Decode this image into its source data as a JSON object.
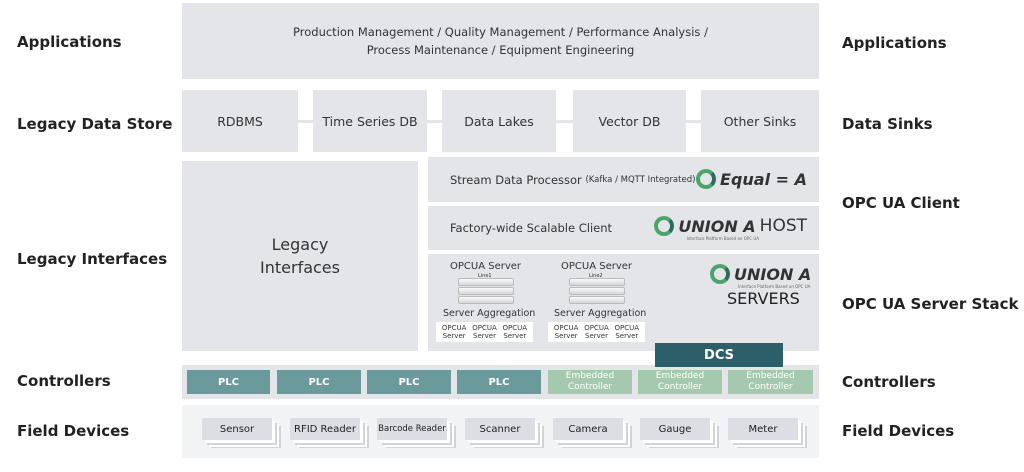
{
  "left_labels": [
    "Applications",
    "Legacy Data Store",
    "Legacy Interfaces",
    "Controllers",
    "Field Devices"
  ],
  "right_labels": [
    "Applications",
    "Data Sinks",
    "OPC UA Client",
    "OPC UA Server Stack",
    "Controllers",
    "Field Devices"
  ],
  "applications": {
    "line1": "Production Management / Quality Management / Performance Analysis /",
    "line2": "Process Maintenance / Equipment Engineering"
  },
  "data_stores": [
    "RDBMS",
    "Time Series DB",
    "Data Lakes",
    "Vector DB",
    "Other Sinks"
  ],
  "legacy_interfaces": {
    "line1": "Legacy",
    "line2": "Interfaces"
  },
  "stream": {
    "title": "Stream Data Processor",
    "note": "(Kafka / MQTT Integrated)",
    "logo": "Equal = A"
  },
  "client": {
    "title": "Factory-wide Scalable Client",
    "logo": "UNION A",
    "logo_suffix": "HOST",
    "logo_tagline": "Interface Platform Based on OPC UA"
  },
  "servers": {
    "logo": "UNION A",
    "logo_tagline": "Interface Platform Based on OPC UA",
    "label": "SERVERS",
    "groups": [
      {
        "title": "OPCUA Server",
        "line": "Line1",
        "aggregation": "Server Aggregation",
        "subs": [
          "OPCUA Server",
          "OPCUA Server",
          "OPCUA Server"
        ]
      },
      {
        "title": "OPCUA Server",
        "line": "Line2",
        "aggregation": "Server Aggregation",
        "subs": [
          "OPCUA Server",
          "OPCUA Server",
          "OPCUA Server"
        ]
      }
    ]
  },
  "dcs": "DCS",
  "controllers": [
    "PLC",
    "PLC",
    "PLC",
    "PLC",
    "Embedded Controller",
    "Embedded Controller",
    "Embedded Controller"
  ],
  "field_devices": [
    "Sensor",
    "RFID Reader",
    "Barcode Reader",
    "Scanner",
    "Camera",
    "Gauge",
    "Meter"
  ],
  "colors": {
    "panel": "#e3e5e9",
    "plc": "#6a9a9c",
    "embedded": "#a5c9ae",
    "dcs": "#2d5f6b",
    "logo_green": "#4aa56a"
  }
}
